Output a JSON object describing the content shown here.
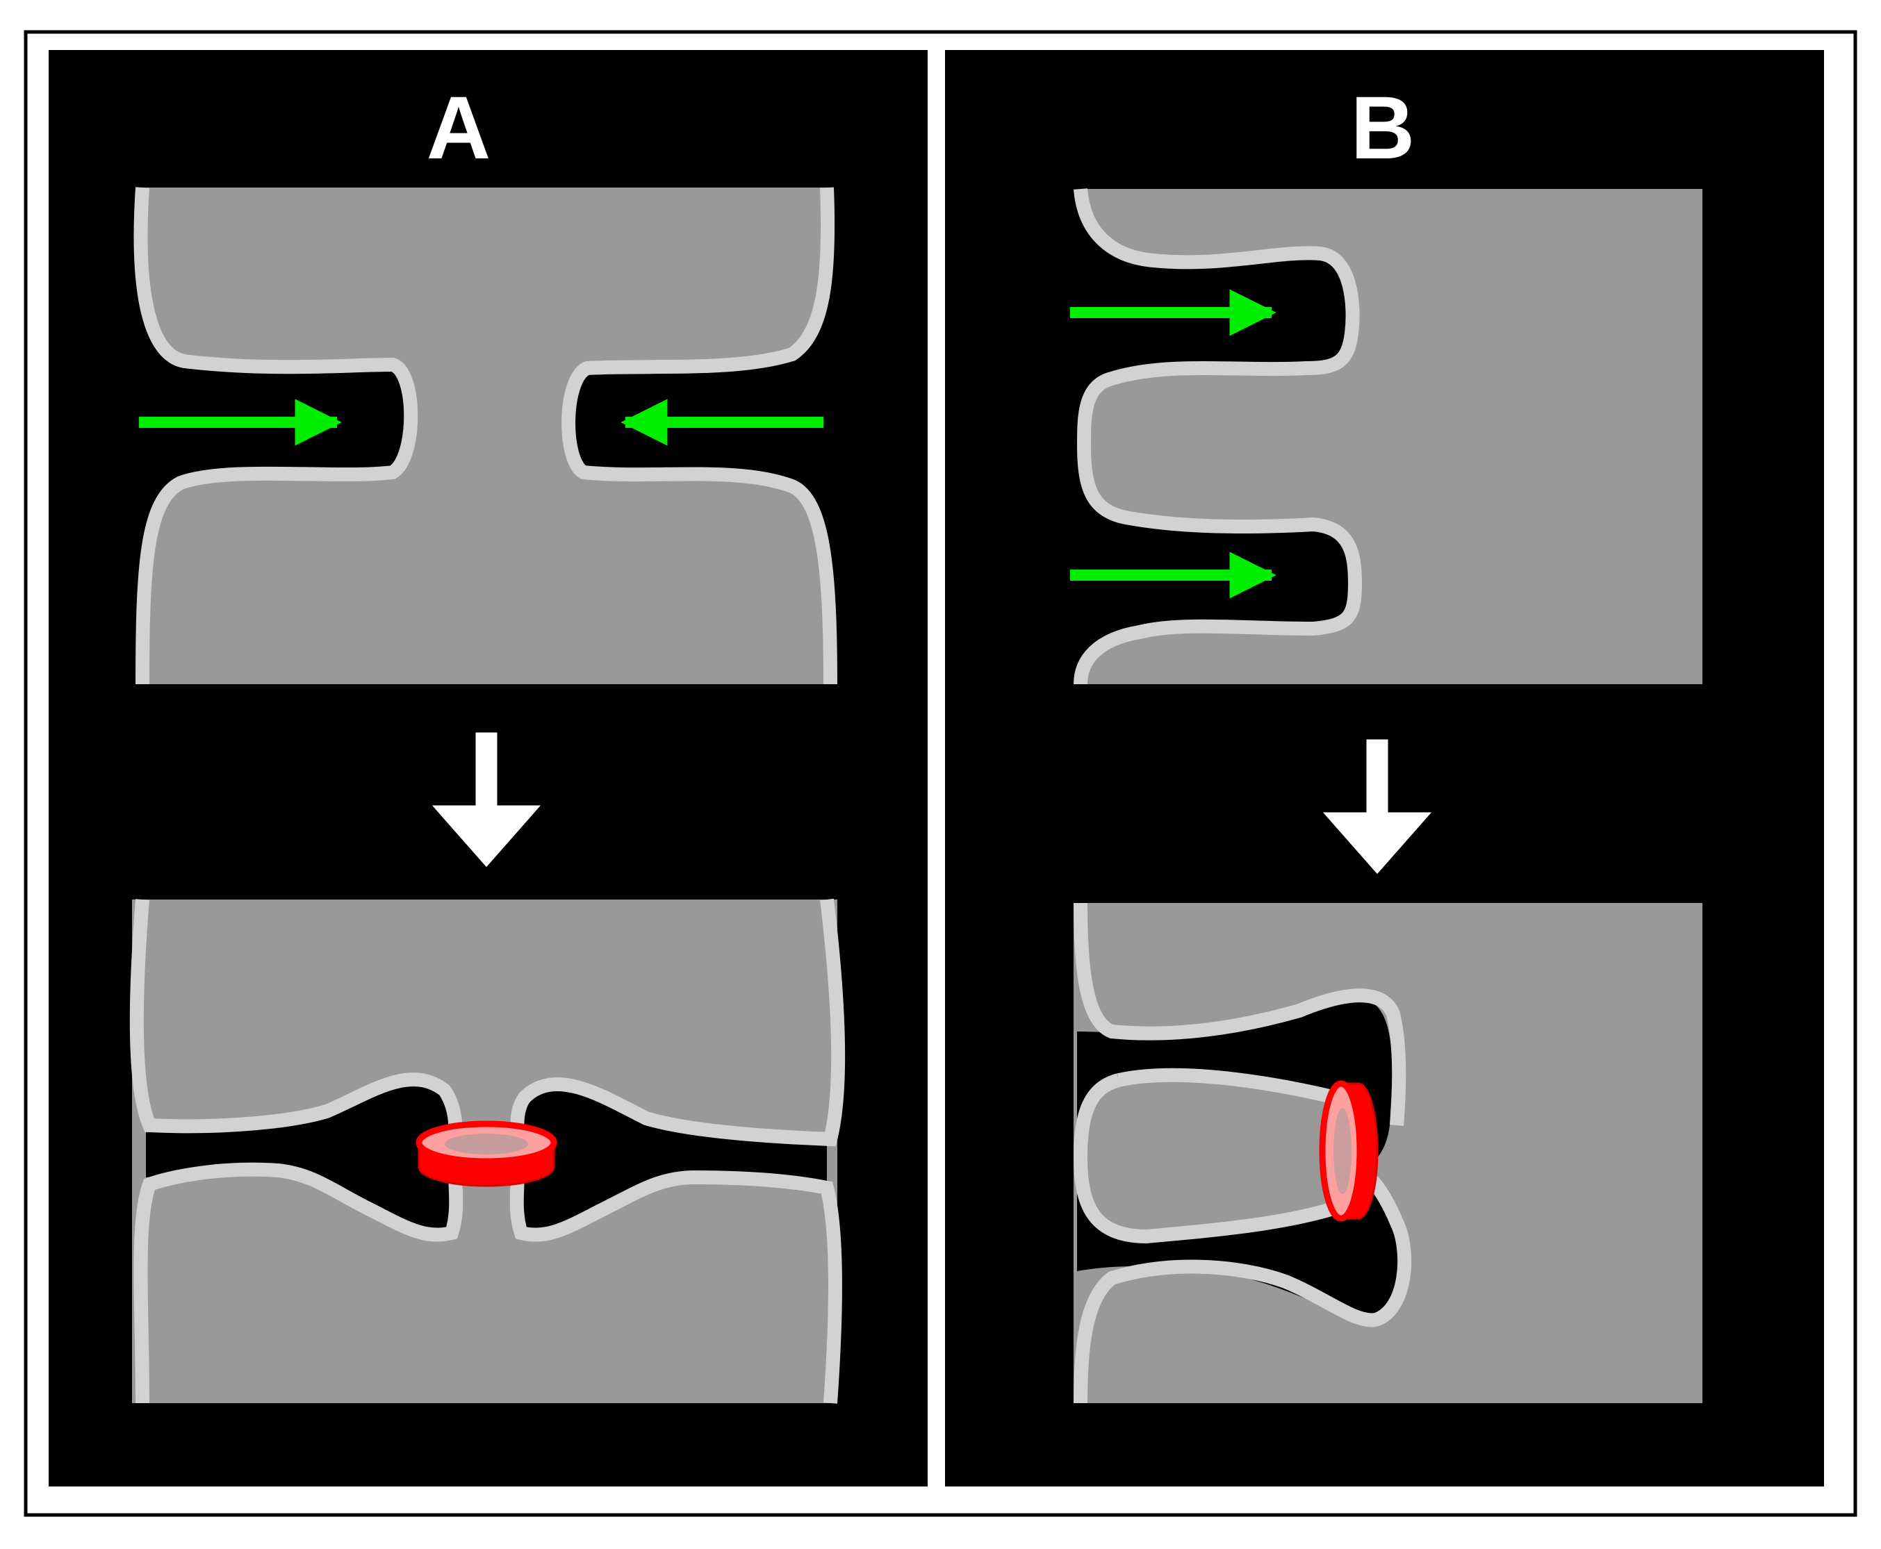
{
  "panels": [
    {
      "id": "A",
      "label": "A"
    },
    {
      "id": "B",
      "label": "B"
    }
  ],
  "colors": {
    "background": "#000000",
    "frame": "#ffffff",
    "cell": "#999999",
    "membrane": "#d2d2d2",
    "arrow": "#00ee00",
    "ring": "#ff0000",
    "ring_inner": "#ffa0a0",
    "transition_arrow_fill": "#ffffff",
    "transition_arrow_stroke": "#000000"
  },
  "icons": {
    "push_arrow": "green-right-arrow",
    "transition_arrow": "hollow-down-arrow",
    "constriction_ring": "red-ring"
  }
}
